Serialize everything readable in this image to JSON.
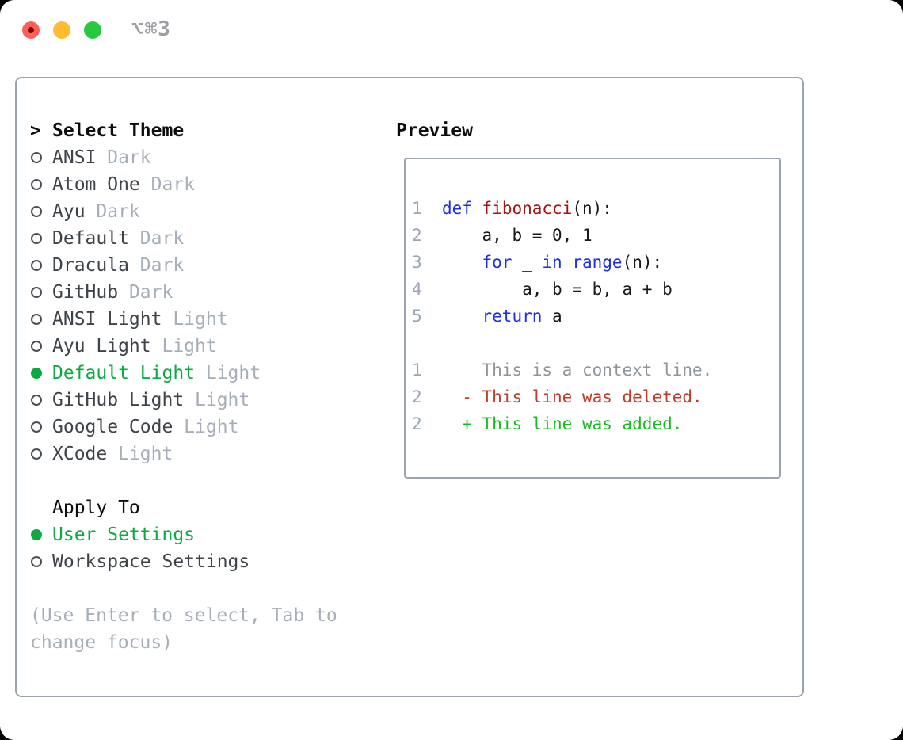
{
  "titlebar": {
    "shortcut": "⌥⌘3"
  },
  "palette": {
    "traffic_red": "#ff5f57",
    "traffic_red_dot": "#730b03",
    "traffic_yellow": "#febc2e",
    "traffic_green": "#28c840",
    "titlebar_gray": "#9b9ea3",
    "border_gray": "#9aa3ae",
    "ring_gray": "#4a5056",
    "heading_black": "#0b0c0d",
    "label_dark": "#3d4349",
    "muted_gray": "#a6aeb9",
    "select_green": "#0caa41",
    "line_number": "#9aa4b2",
    "keyword_blue": "#1c2ee6",
    "function_red": "#a31515",
    "code_text": "#17181a",
    "context_gray": "#8f959d",
    "diff_red": "#c23a28",
    "diff_green": "#14be1e"
  },
  "theme_picker": {
    "focus_marker": ">",
    "heading": "Select Theme",
    "items": [
      {
        "label": "ANSI",
        "variant": "Dark",
        "selected": false
      },
      {
        "label": "Atom One",
        "variant": "Dark",
        "selected": false
      },
      {
        "label": "Ayu",
        "variant": "Dark",
        "selected": false
      },
      {
        "label": "Default",
        "variant": "Dark",
        "selected": false
      },
      {
        "label": "Dracula",
        "variant": "Dark",
        "selected": false
      },
      {
        "label": "GitHub",
        "variant": "Dark",
        "selected": false
      },
      {
        "label": "ANSI Light",
        "variant": "Light",
        "selected": false
      },
      {
        "label": "Ayu Light",
        "variant": "Light",
        "selected": false
      },
      {
        "label": "Default Light",
        "variant": "Light",
        "selected": true
      },
      {
        "label": "GitHub Light",
        "variant": "Light",
        "selected": false
      },
      {
        "label": "Google Code",
        "variant": "Light",
        "selected": false
      },
      {
        "label": "XCode",
        "variant": "Light",
        "selected": false
      }
    ]
  },
  "apply_to": {
    "heading": "Apply To",
    "options": [
      {
        "label": "User Settings",
        "selected": true
      },
      {
        "label": "Workspace Settings",
        "selected": false
      }
    ]
  },
  "hint_lines": [
    "(Use Enter to select, Tab to",
    "change focus)"
  ],
  "preview": {
    "heading": "Preview",
    "lines": [
      {
        "name": "code-line-1",
        "segments": [
          {
            "t": "1",
            "c": "lnum"
          },
          {
            "t": "  ",
            "c": "plain"
          },
          {
            "t": "def",
            "c": "kw"
          },
          {
            "t": " ",
            "c": "plain"
          },
          {
            "t": "fibonacci",
            "c": "fn"
          },
          {
            "t": "(n):",
            "c": "plain"
          }
        ]
      },
      {
        "name": "code-line-2",
        "segments": [
          {
            "t": "2",
            "c": "lnum"
          },
          {
            "t": "      a, b = 0, 1",
            "c": "plain"
          }
        ]
      },
      {
        "name": "code-line-3",
        "segments": [
          {
            "t": "3",
            "c": "lnum"
          },
          {
            "t": "      ",
            "c": "plain"
          },
          {
            "t": "for",
            "c": "kw"
          },
          {
            "t": " _ ",
            "c": "plain"
          },
          {
            "t": "in",
            "c": "kw"
          },
          {
            "t": " ",
            "c": "plain"
          },
          {
            "t": "range",
            "c": "kw"
          },
          {
            "t": "(n):",
            "c": "plain"
          }
        ]
      },
      {
        "name": "code-line-4",
        "segments": [
          {
            "t": "4",
            "c": "lnum"
          },
          {
            "t": "          a, b = b, a + b",
            "c": "plain"
          }
        ]
      },
      {
        "name": "code-line-5",
        "segments": [
          {
            "t": "5",
            "c": "lnum"
          },
          {
            "t": "      ",
            "c": "plain"
          },
          {
            "t": "return",
            "c": "kw"
          },
          {
            "t": " a",
            "c": "plain"
          }
        ]
      },
      {
        "name": "blank-line",
        "segments": []
      },
      {
        "name": "diff-context-line",
        "segments": [
          {
            "t": "1",
            "c": "lnum"
          },
          {
            "t": "      This is a context line.",
            "c": "ctx"
          }
        ]
      },
      {
        "name": "diff-deleted-line",
        "segments": [
          {
            "t": "2",
            "c": "lnum"
          },
          {
            "t": "    ",
            "c": "plain"
          },
          {
            "t": "- This line was deleted.",
            "c": "del"
          }
        ]
      },
      {
        "name": "diff-added-line",
        "segments": [
          {
            "t": "2",
            "c": "lnum"
          },
          {
            "t": "    ",
            "c": "plain"
          },
          {
            "t": "+ This line was added.",
            "c": "add"
          }
        ]
      }
    ]
  }
}
